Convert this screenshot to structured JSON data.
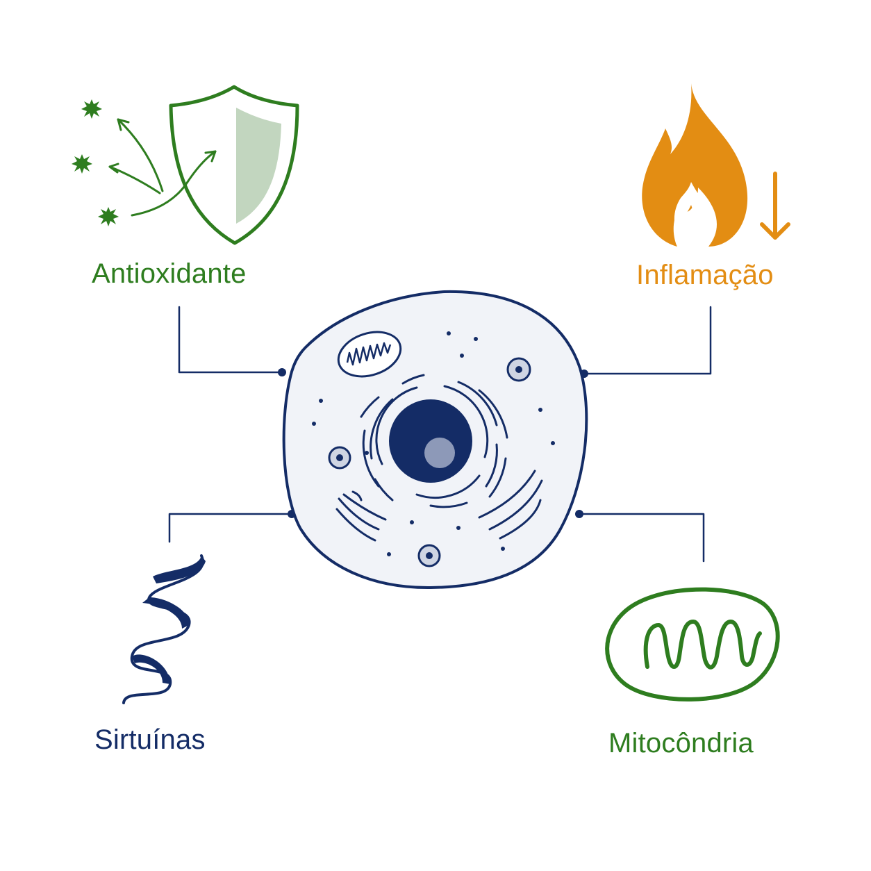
{
  "labels": {
    "antioxidant": "Antioxidante",
    "inflammation": "Inflamação",
    "sirtuins": "Sirtuínas",
    "mitochondria": "Mitocôndria"
  },
  "colors": {
    "green": "#2e7d1f",
    "orange": "#e38d13",
    "navy": "#142c66",
    "cell_fill": "#f1f3f8",
    "shield_fill": "#c2d6bf"
  }
}
